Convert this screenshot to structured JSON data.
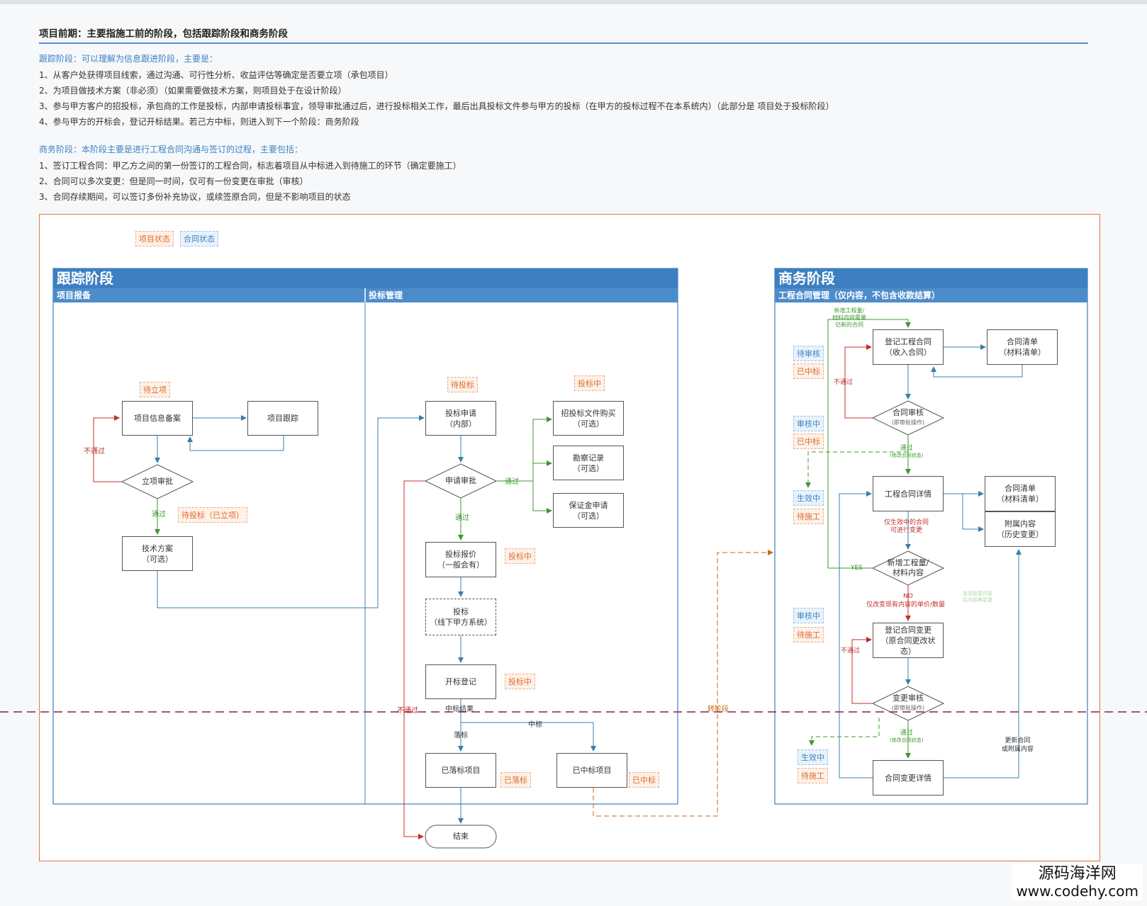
{
  "page": {
    "title": "项目前期：主要指施工前的阶段，包括跟踪阶段和商务阶段",
    "tracking_heading": "跟踪阶段：可以理解为信息跟进阶段，主要是：",
    "tracking_lines": [
      "1、从客户处获得项目线索，通过沟通、可行性分析、收益评估等确定是否要立项（承包项目）",
      "2、为项目做技术方案（非必须）（如果需要做技术方案，则项目处于在设计阶段）",
      "3、参与甲方客户的招投标，承包商的工作是投标，内部申请投标事宜，领导审批通过后，进行投标相关工作，最后出具投标文件参与甲方的投标（在甲方的投标过程不在本系统内）（此部分是 项目处于投标阶段）",
      "4、参与甲方的开标会，登记开标结果。若己方中标，则进入到下一个阶段：商务阶段"
    ],
    "business_heading": "商务阶段：本阶段主要是进行工程合同沟通与签订的过程，主要包括：",
    "business_lines": [
      "1、签订工程合同：甲乙方之间的第一份签订的工程合同，标志着项目从中标进入到待施工的环节（确定要施工）",
      "2、合同可以多次变更：但是同一时间，仅可有一份变更在审批（审核）",
      "3、合同存续期间，可以签订多份补充协议，或续签原合同，但是不影响项目的状态"
    ]
  },
  "legend": {
    "project_status": "项目状态",
    "contract_status": "合同状态"
  },
  "colors": {
    "lane_header": "#3d7fc0",
    "frame": "#e8743b",
    "red": "#c0302e",
    "green": "#3c9a2e",
    "blue": "#3a7fa8",
    "orange_tag": "#e06c2c",
    "blue_tag": "#3b82c4"
  },
  "lanes": {
    "tracking": {
      "title": "跟踪阶段",
      "sub1": "项目报备",
      "sub2": "投标管理"
    },
    "business": {
      "title": "商务阶段",
      "sub1": "工程合同管理（仅内容，不包含收款结算）"
    }
  },
  "tags": {
    "pending_project": "待立项",
    "pending_bid_approved": "待投标（已立项）",
    "pending_bid": "待投标",
    "bidding_1": "投标中",
    "bidding_2": "投标中",
    "bidding_3": "投标中",
    "lost": "已落标",
    "won": "已中标",
    "c_pending_review": "待审核",
    "c_won_1": "已中标",
    "c_reviewing_1": "审核中",
    "c_won_2": "已中标",
    "c_effective_1": "生效中",
    "c_pending_construction_1": "待施工",
    "c_reviewing_2": "审核中",
    "c_pending_construction_2": "待施工",
    "c_effective_2": "生效中",
    "c_pending_construction_3": "待施工"
  },
  "nodes": {
    "project_info": "项目信息备案",
    "project_tracking": "项目跟踪",
    "project_approval": "立项审批",
    "tech_plan_l1": "技术方案",
    "tech_plan_l2": "（可选）",
    "bid_apply_l1": "投标申请",
    "bid_apply_l2": "（内部）",
    "apply_review": "申请审批",
    "buy_docs_l1": "招投标文件购买",
    "buy_docs_l2": "（可选）",
    "survey_l1": "勘察记录",
    "survey_l2": "（可选）",
    "deposit_l1": "保证金申请",
    "deposit_l2": "（可选）",
    "bid_quote_l1": "投标报价",
    "bid_quote_l2": "（一般会有）",
    "bid_l1": "投标",
    "bid_l2": "（线下甲方系统）",
    "open_register": "开标登记",
    "lost_project": "已落标项目",
    "won_project": "已中标项目",
    "end": "结束",
    "reg_contract_l1": "登记工程合同",
    "reg_contract_l2": "（收入合同）",
    "contract_list_1_l1": "合同清单",
    "contract_list_1_l2": "（材料清单）",
    "contract_review": "合同审核",
    "contract_review_sub": "(即审批操作)",
    "contract_detail": "工程合同详情",
    "contract_list_2_l1": "合同清单",
    "contract_list_2_l2": "（材料清单）",
    "attachments_l1": "附属内容",
    "attachments_l2": "（历史变更）",
    "add_quantity_l1": "新增工程量/",
    "add_quantity_l2": "材料内容",
    "reg_change_l1": "登记合同变更",
    "reg_change_l2": "（原合同更改状",
    "reg_change_l3": "态）",
    "change_review": "变更审核",
    "change_review_sub": "(即审批操作)",
    "change_detail": "合同变更详情"
  },
  "labels": {
    "reject_1": "不通过",
    "pass_1": "通过",
    "pass_2": "通过",
    "pass_3": "通过",
    "reject_2": "不通过",
    "bid_result": "中标结果",
    "lost_label": "落标",
    "won_label": "中标",
    "to_stage": "转阶段",
    "new_qty_l1": "新增工程量/",
    "new_qty_l2": "材料内容需量",
    "new_qty_l3": "记新的合同",
    "reject_3": "不通过",
    "pass_4": "通过",
    "pass_4_sub": "(修改合同状态)",
    "only_effective_l1": "仅生效中的合同",
    "only_effective_l2": "可进行变更",
    "yes": "YES",
    "no": "NO",
    "only_change_existing": "仅改变现有内容的单价/数量",
    "reject_4": "不通过",
    "pass_5": "通过",
    "pass_5_sub": "(修改合同状态)",
    "update_attach_l1": "更新合同",
    "update_attach_l2": "或附属内容",
    "faint_l1": "变动变更内容",
    "faint_l2": "后内容再变更"
  },
  "watermark": {
    "line1": "源码海洋网",
    "line2": "www.codehy.com"
  }
}
